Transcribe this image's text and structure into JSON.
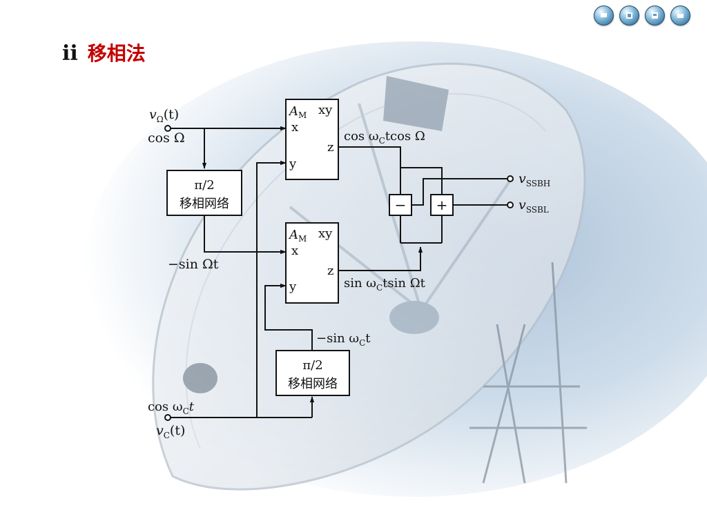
{
  "nav": {
    "buttons": [
      {
        "name": "nav-first-button",
        "icon": "first-icon"
      },
      {
        "name": "nav-prev-button",
        "icon": "prev-icon"
      },
      {
        "name": "nav-next-button",
        "icon": "next-icon"
      },
      {
        "name": "nav-last-button",
        "icon": "last-icon"
      }
    ]
  },
  "heading": {
    "number": "ii",
    "title": "移相法"
  },
  "diagram": {
    "input_omega_name": "v",
    "input_omega_sub": "Ω",
    "input_omega_arg": "(t)",
    "input_omega_signal": "cos Ω",
    "input_c_signal_prefix": "cos ω",
    "input_c_signal_sub": "C",
    "input_c_signal_suffix": "t",
    "input_c_name": "v",
    "input_c_sub": "C",
    "input_c_arg": "(t)",
    "multiplier_label_main": "A",
    "multiplier_label_sub": "M",
    "multiplier_xy": "xy",
    "port_x": "x",
    "port_y": "y",
    "port_z": "z",
    "phase_shifter_line1": "π/2",
    "phase_shifter_line2": "移相网络",
    "minus_sin_omega": "−sin Ωt",
    "top_product_prefix": "cos ω",
    "top_product_sub": "C",
    "top_product_suffix": "tcos Ω",
    "bottom_product_prefix": "sin ω",
    "bottom_product_sub": "C",
    "bottom_product_suffix": "tsin Ωt",
    "minus_sin_wc_prefix": "−sin ω",
    "minus_sin_wc_sub": "C",
    "minus_sin_wc_suffix": "t",
    "subtractor_symbol": "−",
    "adder_symbol": "+",
    "out_high_name": "v",
    "out_high_sub": "SSBH",
    "out_low_name": "v",
    "out_low_sub": "SSBL"
  },
  "colors": {
    "heading_text": "#c40000",
    "line": "#111111"
  }
}
